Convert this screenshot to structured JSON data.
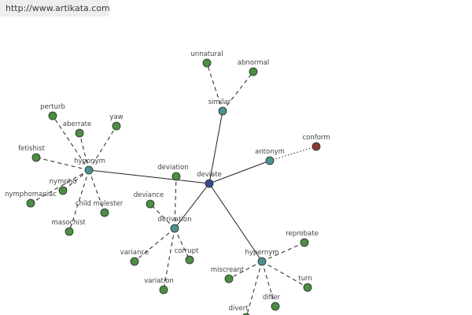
{
  "header": {
    "url": "http://www.artikata.com"
  },
  "colors": {
    "center": "#3a4a8a",
    "relation": "#4e9090",
    "word": "#4f8c46",
    "antonym_word": "#8a3636",
    "edge": "#222222"
  },
  "graph": {
    "nodes": [
      {
        "id": "deviate",
        "label": "deviate",
        "kind": "center"
      },
      {
        "id": "similar",
        "label": "similar",
        "kind": "relation"
      },
      {
        "id": "antonym",
        "label": "antonym",
        "kind": "relation"
      },
      {
        "id": "hyponym",
        "label": "hyponym",
        "kind": "relation"
      },
      {
        "id": "derivation",
        "label": "derivation",
        "kind": "relation"
      },
      {
        "id": "hypernym",
        "label": "hypernym",
        "kind": "relation"
      },
      {
        "id": "unnatural",
        "label": "unnatural",
        "kind": "word"
      },
      {
        "id": "abnormal",
        "label": "abnormal",
        "kind": "word"
      },
      {
        "id": "conform",
        "label": "conform",
        "kind": "antonym_word"
      },
      {
        "id": "perturb",
        "label": "perturb",
        "kind": "word"
      },
      {
        "id": "aberrate",
        "label": "aberrate",
        "kind": "word"
      },
      {
        "id": "yaw",
        "label": "yaw",
        "kind": "word"
      },
      {
        "id": "fetishist",
        "label": "fetishist",
        "kind": "word"
      },
      {
        "id": "nymphomaniac",
        "label": "nymphomaniac",
        "kind": "word"
      },
      {
        "id": "nympho",
        "label": "nympho",
        "kind": "word"
      },
      {
        "id": "child_molester",
        "label": "child molester",
        "kind": "word"
      },
      {
        "id": "masochist",
        "label": "masochist",
        "kind": "word"
      },
      {
        "id": "deviation",
        "label": "deviation",
        "kind": "word"
      },
      {
        "id": "deviance",
        "label": "deviance",
        "kind": "word"
      },
      {
        "id": "variance",
        "label": "variance",
        "kind": "word"
      },
      {
        "id": "corrupt",
        "label": "corrupt",
        "kind": "word"
      },
      {
        "id": "variation",
        "label": "variation",
        "kind": "word"
      },
      {
        "id": "reprobate",
        "label": "reprobate",
        "kind": "word"
      },
      {
        "id": "miscreant",
        "label": "miscreant",
        "kind": "word"
      },
      {
        "id": "turn",
        "label": "turn",
        "kind": "word"
      },
      {
        "id": "differ",
        "label": "differ",
        "kind": "word"
      },
      {
        "id": "divert",
        "label": "divert",
        "kind": "word"
      }
    ],
    "edges": [
      {
        "from": "deviate",
        "to": "similar",
        "style": "solid"
      },
      {
        "from": "deviate",
        "to": "antonym",
        "style": "solid"
      },
      {
        "from": "deviate",
        "to": "hyponym",
        "style": "solid"
      },
      {
        "from": "deviate",
        "to": "derivation",
        "style": "solid"
      },
      {
        "from": "deviate",
        "to": "hypernym",
        "style": "solid"
      },
      {
        "from": "similar",
        "to": "unnatural",
        "style": "dashed"
      },
      {
        "from": "similar",
        "to": "abnormal",
        "style": "dashed"
      },
      {
        "from": "antonym",
        "to": "conform",
        "style": "dotted"
      },
      {
        "from": "hyponym",
        "to": "perturb",
        "style": "dashed"
      },
      {
        "from": "hyponym",
        "to": "aberrate",
        "style": "dashed"
      },
      {
        "from": "hyponym",
        "to": "yaw",
        "style": "dashed"
      },
      {
        "from": "hyponym",
        "to": "fetishist",
        "style": "dashed"
      },
      {
        "from": "hyponym",
        "to": "nymphomaniac",
        "style": "dashed"
      },
      {
        "from": "hyponym",
        "to": "nympho",
        "style": "dashed"
      },
      {
        "from": "hyponym",
        "to": "child_molester",
        "style": "dashed"
      },
      {
        "from": "hyponym",
        "to": "masochist",
        "style": "dashed"
      },
      {
        "from": "derivation",
        "to": "deviation",
        "style": "dashed"
      },
      {
        "from": "derivation",
        "to": "deviance",
        "style": "dashed"
      },
      {
        "from": "derivation",
        "to": "variance",
        "style": "dashed"
      },
      {
        "from": "derivation",
        "to": "corrupt",
        "style": "dashed"
      },
      {
        "from": "derivation",
        "to": "variation",
        "style": "dashed"
      },
      {
        "from": "hypernym",
        "to": "reprobate",
        "style": "dashed"
      },
      {
        "from": "hypernym",
        "to": "miscreant",
        "style": "dashed"
      },
      {
        "from": "hypernym",
        "to": "turn",
        "style": "dashed"
      },
      {
        "from": "hypernym",
        "to": "differ",
        "style": "dashed"
      },
      {
        "from": "hypernym",
        "to": "divert",
        "style": "dashed"
      }
    ]
  }
}
